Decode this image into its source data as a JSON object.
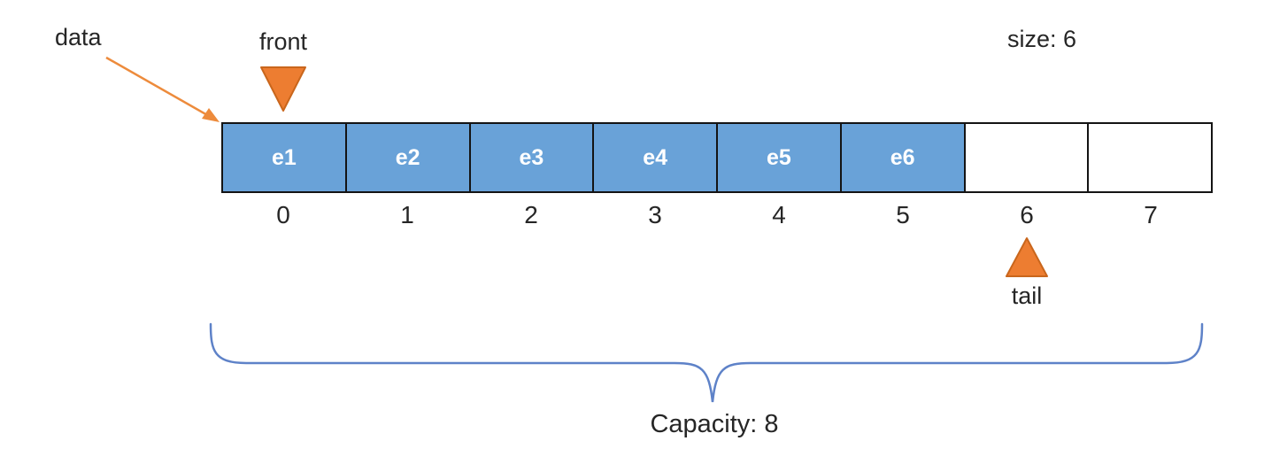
{
  "diagram": {
    "data_label": "data",
    "front_label": "front",
    "tail_label": "tail",
    "size_label": "size: 6",
    "capacity_label": "Capacity: 8",
    "size": 6,
    "capacity": 8,
    "front_index": 0,
    "tail_index": 6,
    "cells": [
      {
        "value": "e1",
        "index": "0",
        "filled": true
      },
      {
        "value": "e2",
        "index": "1",
        "filled": true
      },
      {
        "value": "e3",
        "index": "2",
        "filled": true
      },
      {
        "value": "e4",
        "index": "3",
        "filled": true
      },
      {
        "value": "e5",
        "index": "4",
        "filled": true
      },
      {
        "value": "e6",
        "index": "5",
        "filled": true
      },
      {
        "value": "",
        "index": "6",
        "filled": false
      },
      {
        "value": "",
        "index": "7",
        "filled": false
      }
    ]
  },
  "icons": {
    "front_pointer": "down-triangle-icon",
    "tail_pointer": "up-triangle-icon",
    "data_arrow": "arrow-icon",
    "capacity_brace": "curly-brace-icon"
  },
  "colors": {
    "cell_fill": "#69A2D8",
    "cell_border": "#141414",
    "cell_text": "#FFFFFF",
    "pointer_fill": "#ED7D31",
    "pointer_stroke": "#C9661C",
    "arrow": "#ED8B3C",
    "brace": "#5E82C8",
    "label_text": "#262626"
  }
}
